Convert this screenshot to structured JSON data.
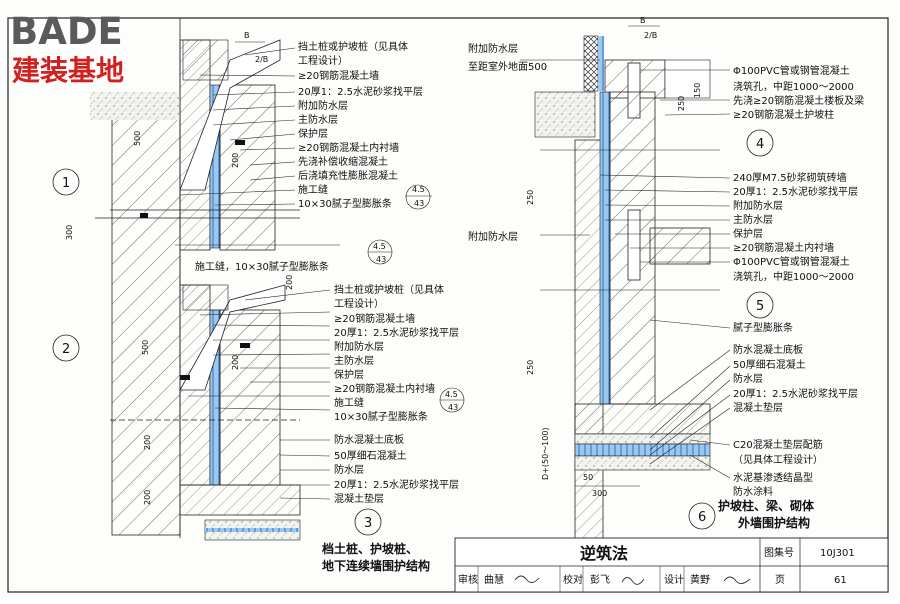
{
  "logo": {
    "word": "BADE",
    "subtitle": "建装基地"
  },
  "details": {
    "d1": {
      "number": "1",
      "labels": [
        "挡土桩或护坡桩（见具体",
        "工程设计）",
        "≥20钢筋混凝土墙",
        "20厚1：2.5水泥砂浆找平层",
        "附加防水层",
        "主防水层",
        "保护层",
        "≥20钢筋混凝土内衬墙",
        "先浇补偿收缩混凝土",
        "后浇填充性膨胀混凝土",
        "施工缝",
        "10×30腻子型膨胀条"
      ],
      "ref_top": "4.5",
      "ref_bottom": "43",
      "dims": [
        "B",
        "2/B",
        "500",
        "200",
        "300"
      ]
    },
    "joint": {
      "label": "施工缝，10×30腻子型膨胀条",
      "ref_top": "4.5",
      "ref_bottom": "43"
    },
    "d2": {
      "number": "2",
      "labels": [
        "挡土桩或护坡桩（见具体",
        "工程设计）",
        "≥20钢筋混凝土墙",
        "20厚1：2.5水泥砂浆找平层",
        "附加防水层",
        "主防水层",
        "保护层",
        "≥20钢筋混凝土内衬墙",
        "施工缝",
        "10×30腻子型膨胀条"
      ],
      "ref_top": "4.5",
      "ref_bottom": "43",
      "dims": [
        "200",
        "500",
        "200"
      ]
    },
    "d3": {
      "number": "3",
      "labels": [
        "防水混凝土底板",
        "50厚细石混凝土",
        "防水层",
        "20厚1：2.5水泥砂浆找平层",
        "混凝土垫层"
      ],
      "dims": [
        "200",
        "200"
      ],
      "caption1": "档土桩、护坡桩、",
      "caption2": "地下连续墙围护结构"
    },
    "d4": {
      "number": "4",
      "labels_top": [
        "附加防水层",
        "至距室外地面500"
      ],
      "labels": [
        "Φ100PVC管或钢管混凝土",
        "浇筑孔，中距1000～2000",
        "先浇≥20钢筋混凝土楼板及梁",
        "≥20钢筋混凝土护坡柱"
      ],
      "dims": [
        "B",
        "2/B",
        "250",
        "150"
      ]
    },
    "d5": {
      "number": "5",
      "left_label": "附加防水层",
      "labels": [
        "240厚M7.5砂浆砌筑砖墙",
        "20厚1：2.5水泥砂浆找平层",
        "附加防水层",
        "主防水层",
        "保护层",
        "≥20钢筋混凝土内衬墙",
        "Φ100PVC管或钢管混凝土",
        "浇筑孔，中距1000～2000"
      ],
      "dims": [
        "250"
      ]
    },
    "d6": {
      "number": "6",
      "labels": [
        "腻子型膨胀条",
        "防水混凝土底板",
        "50厚细石混凝土",
        "防水层",
        "20厚1：2.5水泥砂浆找平层",
        "混凝土垫层",
        "C20混凝土垫层配筋",
        "（见具体工程设计）",
        "水泥基渗透结晶型",
        "防水涂料"
      ],
      "dims": [
        "250",
        "D+(50～100)",
        "50",
        "300"
      ],
      "caption1": "护坡柱、梁、砌体",
      "caption2": "外墙围护结构"
    }
  },
  "title_block": {
    "title": "逆筑法",
    "atlas_label": "图集号",
    "atlas_no": "10J301",
    "review_label": "审核",
    "reviewer": "曲慧",
    "check_label": "校对",
    "checker": "彭飞",
    "design_label": "设计",
    "designer": "黄野",
    "page_label": "页",
    "page_no": "61"
  }
}
